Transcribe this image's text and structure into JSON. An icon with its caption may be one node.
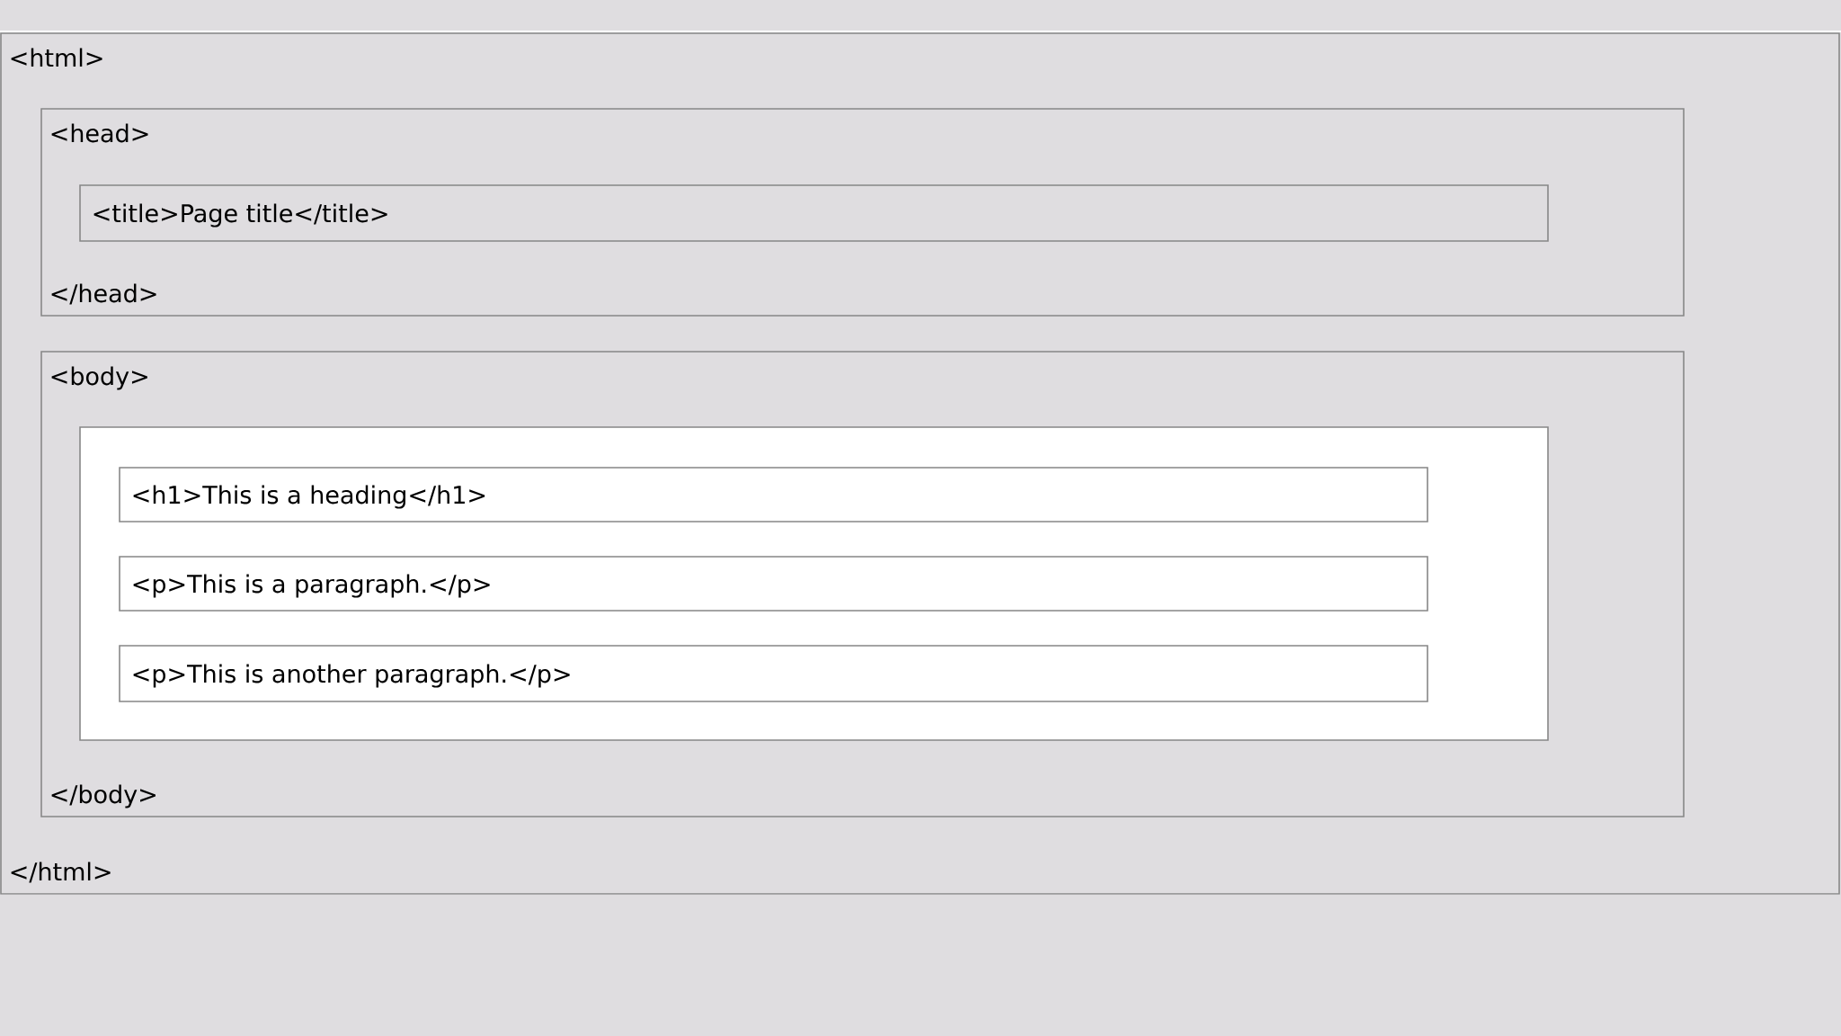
{
  "diagram": {
    "nodes": [
      {
        "text": [
          "<html>",
          "</html>"
        ]
      },
      {
        "text": [
          "<head>",
          "</head>"
        ],
        "in": 0
      },
      {
        "text": [
          "<title>Page title</title>"
        ],
        "in": 1
      },
      {
        "text": [
          "<body>",
          "</body>"
        ],
        "in": 0
      },
      {
        "text": [],
        "shape": "box",
        "in": 3
      },
      {
        "text": [
          "<h1>This is a heading</h1>"
        ],
        "in": 4
      },
      {
        "text": [
          "<p>This is a paragraph.</p>"
        ],
        "in": 4
      },
      {
        "text": [
          "<p>This is another paragraph.</p>"
        ],
        "in": 4
      }
    ]
  }
}
